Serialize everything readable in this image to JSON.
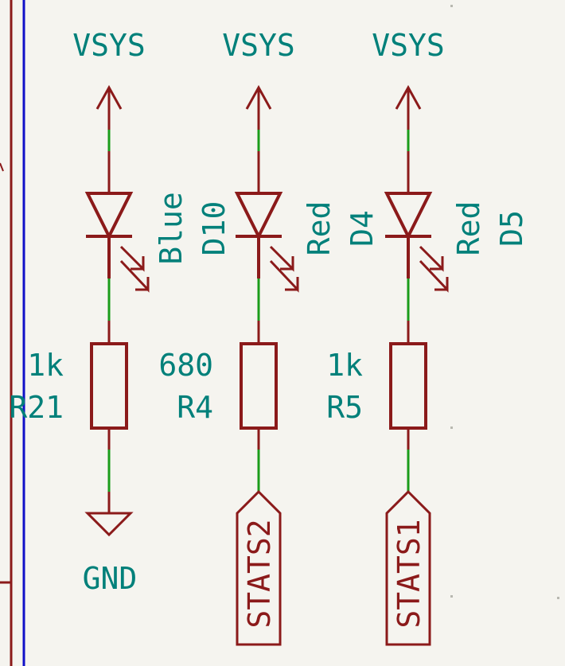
{
  "colors": {
    "background": "#f5f4ef",
    "symbol": "#8b1a1a",
    "wire": "#1a9c1a",
    "text": "#00807a",
    "bus": "#1010c8"
  },
  "power": {
    "vsys_1": "VSYS",
    "vsys_2": "VSYS",
    "vsys_3": "VSYS",
    "gnd": "GND"
  },
  "leds": [
    {
      "ref": "D10",
      "value": "Blue"
    },
    {
      "ref": "D4",
      "value": "Red"
    },
    {
      "ref": "D5",
      "value": "Red"
    }
  ],
  "resistors": [
    {
      "ref": "R21",
      "value": "1k"
    },
    {
      "ref": "R4",
      "value": "680"
    },
    {
      "ref": "R5",
      "value": "1k"
    }
  ],
  "net_labels": {
    "stats2": "STATS2",
    "stats1": "STATS1"
  }
}
